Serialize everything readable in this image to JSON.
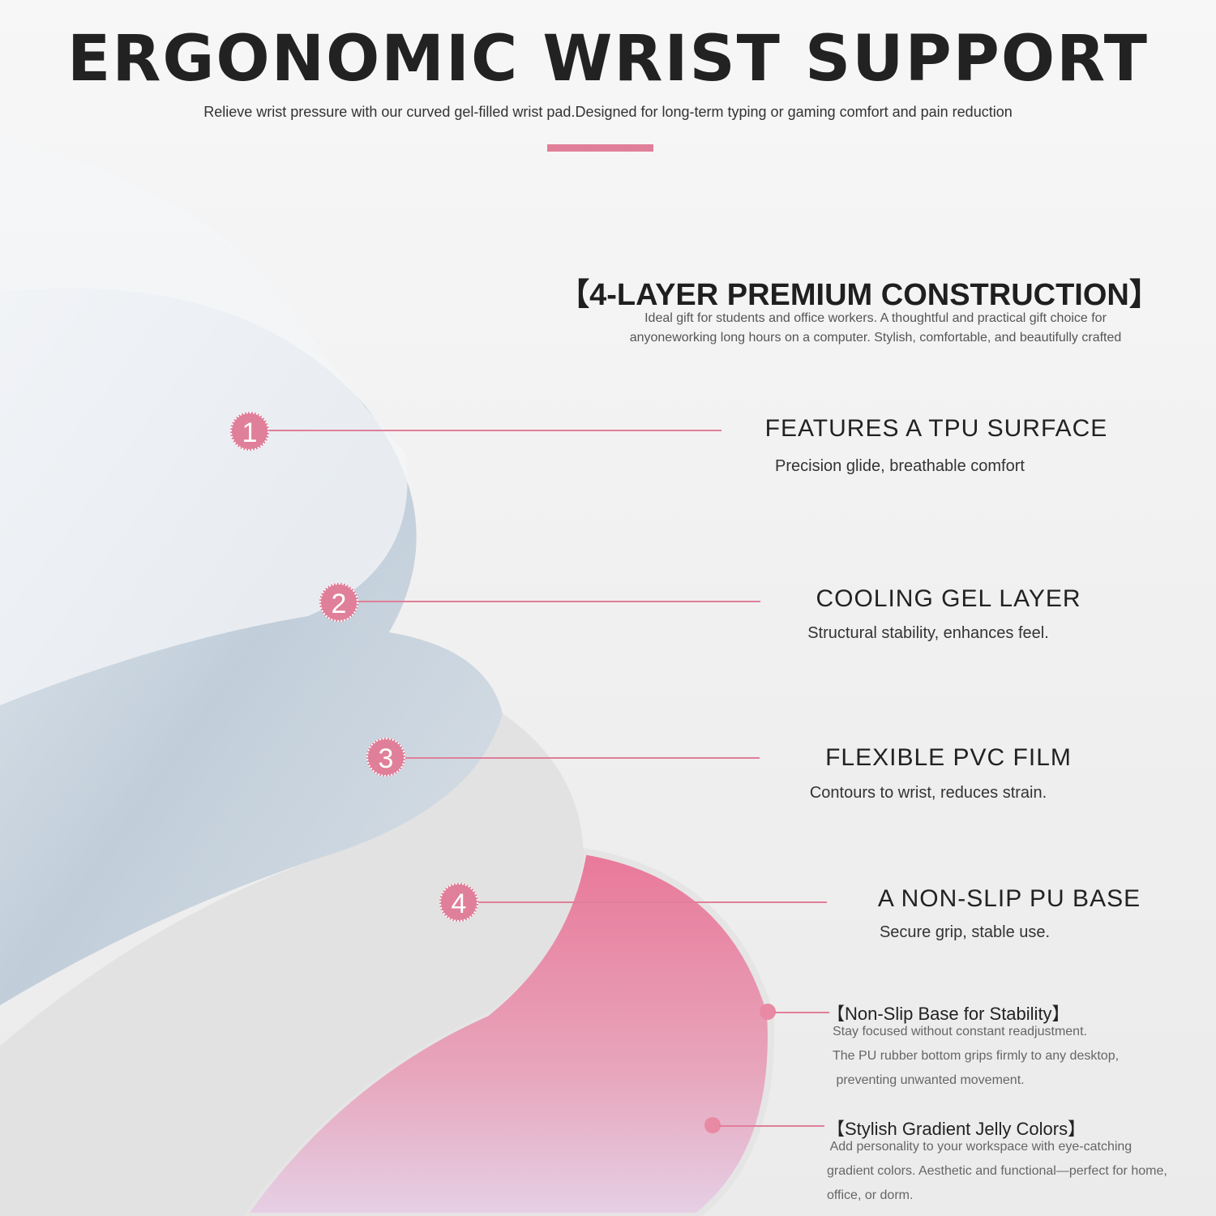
{
  "header": {
    "title": "ERGONOMIC WRIST SUPPORT",
    "subtitle": "Relieve wrist pressure with our curved gel-filled wrist pad.Designed for long-term typing or gaming comfort and pain reduction"
  },
  "construction": {
    "title": "【4-LAYER PREMIUM CONSTRUCTION】",
    "lines": [
      "Ideal gift for students and office workers. A thoughtful and practical gift choice for",
      "anyoneworking long hours on a computer. Stylish, comfortable, and beautifully crafted"
    ]
  },
  "layers": [
    {
      "number": "1",
      "title": "FEATURES A TPU SURFACE",
      "desc": "Precision glide, breathable comfort"
    },
    {
      "number": "2",
      "title": "COOLING GEL LAYER",
      "desc": "Structural stability, enhances feel."
    },
    {
      "number": "3",
      "title": "FLEXIBLE PVC FILM",
      "desc": "Contours to wrist, reduces strain."
    },
    {
      "number": "4",
      "title": "A NON-SLIP PU BASE",
      "desc": "Secure grip, stable use."
    }
  ],
  "benefits": [
    {
      "title": "【Non-Slip Base for Stability】",
      "lines": [
        "Stay focused without constant readjustment.",
        "The PU rubber bottom grips firmly to any desktop,",
        " preventing unwanted movement."
      ]
    },
    {
      "title": "【Stylish Gradient Jelly Colors】",
      "lines": [
        " Add personality to your workspace with eye-catching",
        "gradient colors. Aesthetic and functional—perfect for home,",
        "office, or dorm."
      ]
    }
  ],
  "colors": {
    "accent": "#e07f99",
    "pink_base": "#e8809d"
  }
}
